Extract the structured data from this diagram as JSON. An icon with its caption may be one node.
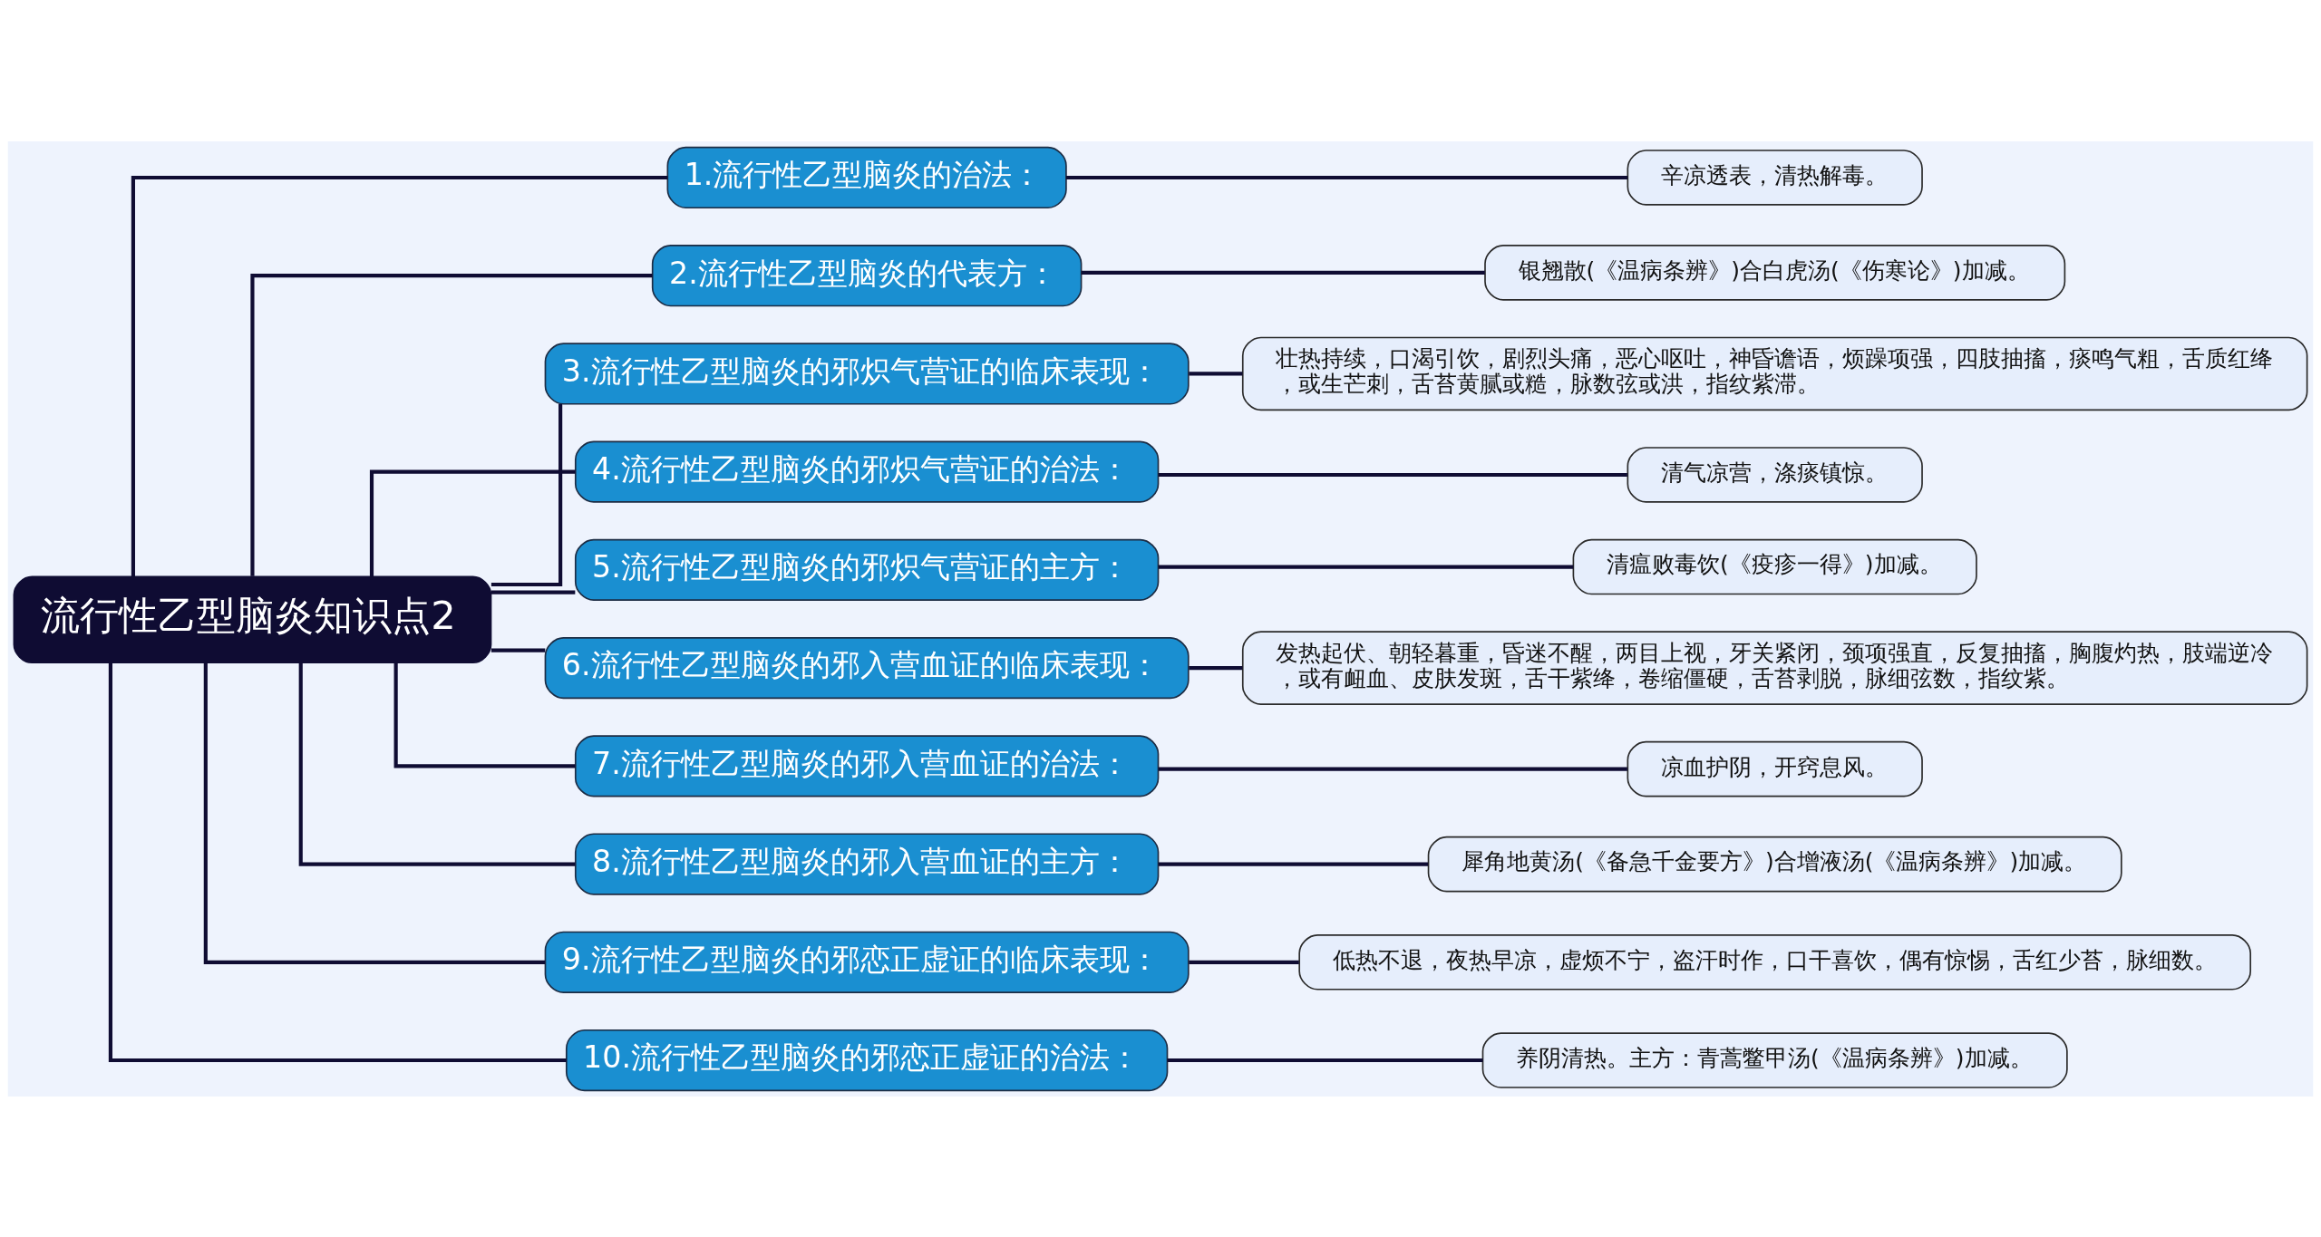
{
  "diagram": {
    "nodes": [
      {
        "text": [
          "流行性乙型脑炎知识点2"
        ]
      },
      {
        "text": [
          "1.流行性乙型脑炎的治法："
        ]
      },
      {
        "text": [
          "辛凉透表，清热解毒。"
        ]
      },
      {
        "text": [
          "2.流行性乙型脑炎的代表方："
        ]
      },
      {
        "text": [
          "银翘散(《温病条辨》)合白虎汤(《伤寒论》)加减。"
        ]
      },
      {
        "text": [
          "3.流行性乙型脑炎的邪炽气营证的临床表现："
        ]
      },
      {
        "text": [
          "壮热持续，口渴引饮，剧烈头痛，恶心呕吐，神昏谵语，烦躁项强，四肢抽搐，痰鸣气粗，舌质红绛，或生芒刺，舌苔黄腻或糙，脉数弦或洪，指纹紫滞。"
        ]
      },
      {
        "text": [
          "4.流行性乙型脑炎的邪炽气营证的治法："
        ]
      },
      {
        "text": [
          "清气凉营，涤痰镇惊。"
        ]
      },
      {
        "text": [
          "5.流行性乙型脑炎的邪炽气营证的主方："
        ]
      },
      {
        "text": [
          "清瘟败毒饮(《疫疹一得》)加减。"
        ]
      },
      {
        "text": [
          "6.流行性乙型脑炎的邪入营血证的临床表现："
        ]
      },
      {
        "text": [
          "发热起伏、朝轻暮重，昏迷不醒，两目上视，牙关紧闭，颈项强直，反复抽搐，胸腹灼热，肢端逆冷，或有衄血、皮肤发斑，舌干紫绛，卷缩僵硬，舌苔剥脱，脉细弦数，指纹紫。"
        ]
      },
      {
        "text": [
          "7.流行性乙型脑炎的邪入营血证的治法："
        ]
      },
      {
        "text": [
          "凉血护阴，开窍息风。"
        ]
      },
      {
        "text": [
          "8.流行性乙型脑炎的邪入营血证的主方："
        ]
      },
      {
        "text": [
          "犀角地黄汤(《备急千金要方》)合增液汤(《温病条辨》)加减。"
        ]
      },
      {
        "text": [
          "9.流行性乙型脑炎的邪恋正虚证的临床表现："
        ]
      },
      {
        "text": [
          "低热不退，夜热早凉，虚烦不宁，盗汗时作，口干喜饮，偶有惊惕，舌红少苔，脉细数。"
        ]
      },
      {
        "text": [
          "10.流行性乙型脑炎的邪恋正虚证的治法："
        ]
      },
      {
        "text": [
          "养阴清热。主方：青蒿鳖甲汤(《温病条辨》)加减。"
        ]
      }
    ],
    "edges": [
      {
        "from": 0,
        "to": 1,
        "arrow": "none"
      },
      {
        "from": 1,
        "to": 2,
        "arrow": "none"
      },
      {
        "from": 0,
        "to": 3,
        "arrow": "none"
      },
      {
        "from": 3,
        "to": 4,
        "arrow": "none"
      },
      {
        "from": 0,
        "to": 5,
        "arrow": "none"
      },
      {
        "from": 5,
        "to": 6,
        "arrow": "none"
      },
      {
        "from": 0,
        "to": 7,
        "arrow": "none"
      },
      {
        "from": 7,
        "to": 8,
        "arrow": "none"
      },
      {
        "from": 0,
        "to": 9,
        "arrow": "none"
      },
      {
        "from": 9,
        "to": 10,
        "arrow": "none"
      },
      {
        "from": 0,
        "to": 11,
        "arrow": "none"
      },
      {
        "from": 11,
        "to": 12,
        "arrow": "none"
      },
      {
        "from": 0,
        "to": 13,
        "arrow": "none"
      },
      {
        "from": 13,
        "to": 14,
        "arrow": "none"
      },
      {
        "from": 0,
        "to": 15,
        "arrow": "none"
      },
      {
        "from": 15,
        "to": 16,
        "arrow": "none"
      },
      {
        "from": 0,
        "to": 17,
        "arrow": "none"
      },
      {
        "from": 17,
        "to": 18,
        "arrow": "none"
      },
      {
        "from": 0,
        "to": 19,
        "arrow": "none"
      },
      {
        "from": 19,
        "to": 20,
        "arrow": "none"
      }
    ]
  }
}
